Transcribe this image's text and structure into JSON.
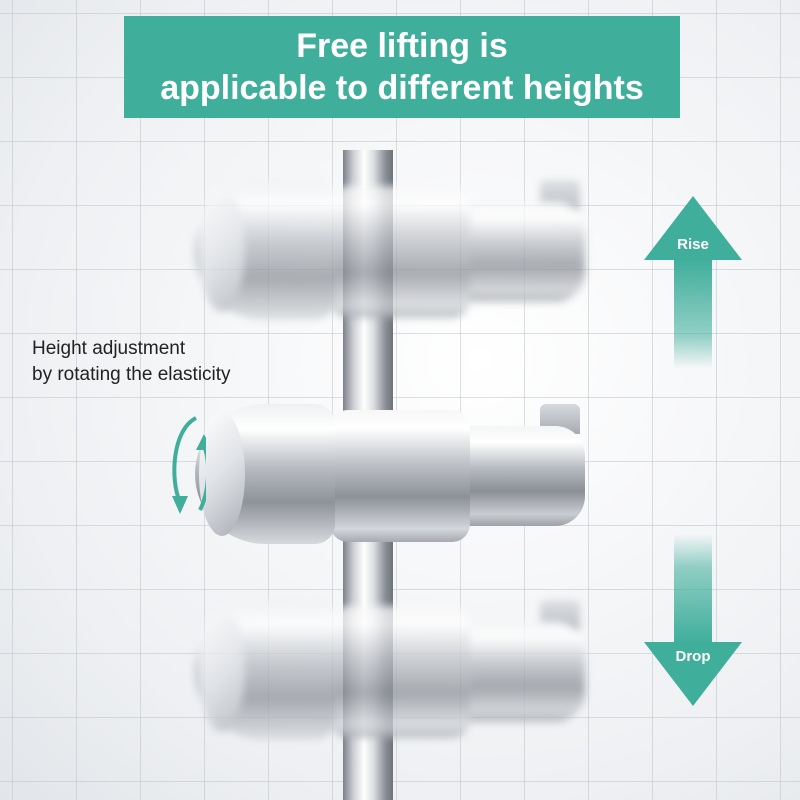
{
  "banner": {
    "line1": "Free lifting is",
    "line2": "applicable to different heights"
  },
  "callout": {
    "line1": "Height adjustment",
    "line2": "by rotating the elasticity"
  },
  "arrows": {
    "rise_label": "Rise",
    "drop_label": "Drop"
  },
  "colors": {
    "accent": "#3fae9b",
    "banner_text": "#ffffff",
    "callout_text": "#222222"
  },
  "icons": {
    "rotation": "rotate-arrow-icon",
    "rise": "arrow-up-icon",
    "drop": "arrow-down-icon"
  }
}
